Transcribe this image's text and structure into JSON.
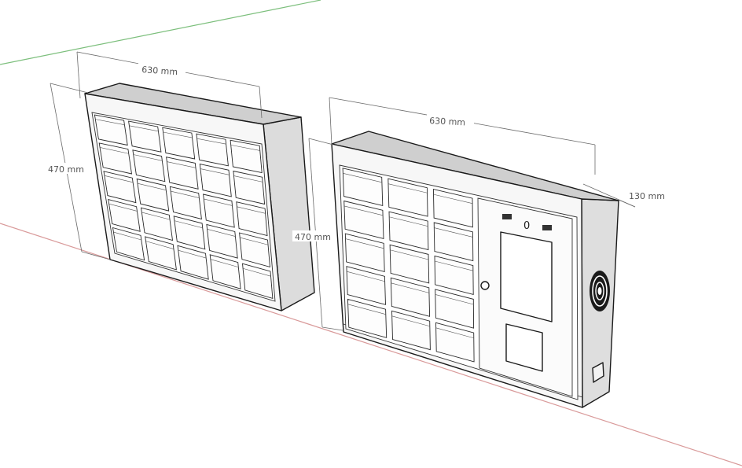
{
  "colors": {
    "background": "#ffffff",
    "face": "#f6f6f6",
    "side": "#dcdcdc",
    "top": "#cfcfcf",
    "edge": "#1a1a1a",
    "axis_green": "#7cbf7c",
    "axis_red": "#d99a9a",
    "dimension": "#555555"
  },
  "left_locker": {
    "width_label": "630 mm",
    "height_label": "470 mm",
    "rows": 5,
    "columns": 5
  },
  "right_locker": {
    "width_label": "630 mm",
    "height_label": "470 mm",
    "depth_label": "130 mm",
    "rows": 5,
    "columns": 3,
    "panel_display": "0",
    "icons": [
      "door-knob-icon",
      "screen-icon",
      "keypad-icon",
      "fan-grille-icon",
      "power-socket-icon"
    ]
  }
}
